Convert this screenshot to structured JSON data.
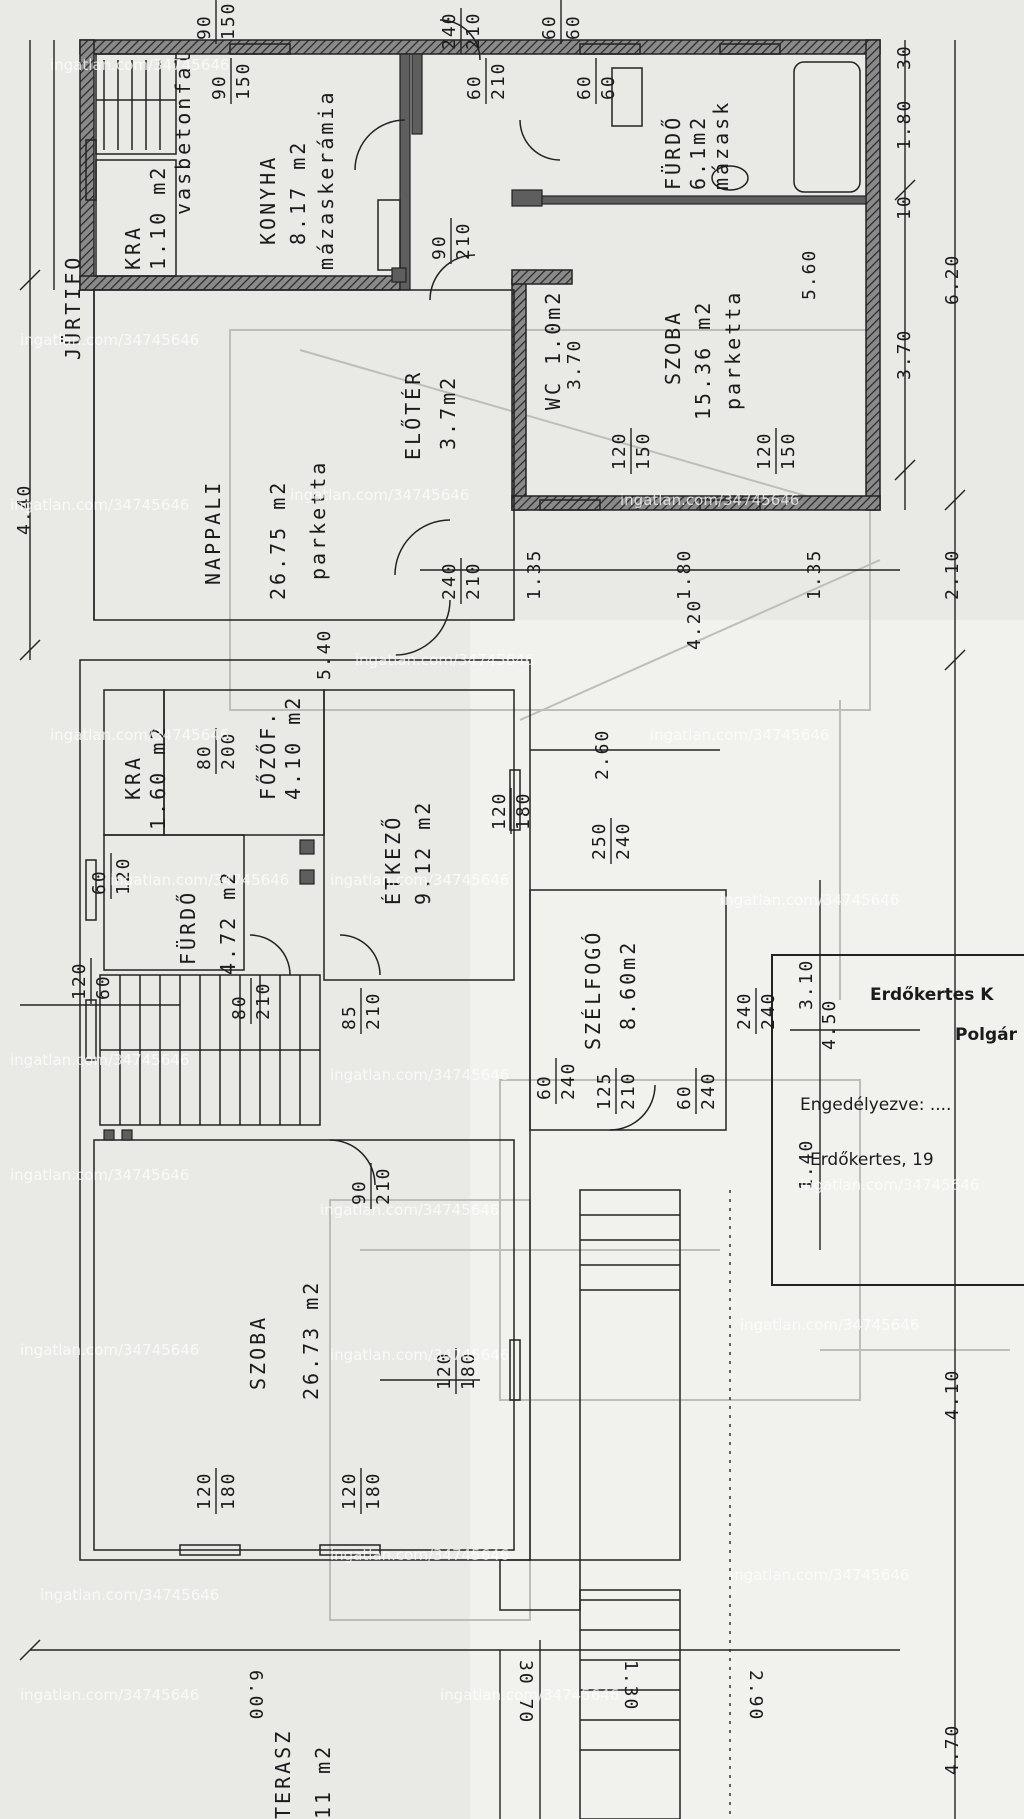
{
  "rooms": {
    "kamra_top": {
      "name": "KRA",
      "area": "1.10 m2"
    },
    "konyha": {
      "name": "KONYHA",
      "area": "8.17 m2",
      "floor": "mázaskerámia"
    },
    "furdo_top": {
      "name": "FÜRDŐ",
      "area": "6.1m2",
      "floor": "mázask"
    },
    "wc": {
      "name": "WC 1.0m2"
    },
    "eloter": {
      "name": "ELŐTÉR",
      "area": "3.7m2"
    },
    "szoba_right": {
      "name": "SZOBA",
      "area": "15.36 m2",
      "floor": "parketta"
    },
    "nappali": {
      "name": "NAPPALI",
      "area": "26.75 m2",
      "floor": "parketta"
    },
    "kamra_mid": {
      "name": "KRA",
      "area": "1.60 m2"
    },
    "fozofulke": {
      "name": "FŐZŐF.",
      "area": "4.10 m2"
    },
    "etkezo": {
      "name": "ÉTKEZŐ",
      "area": "9.12 m2"
    },
    "furdo_mid": {
      "name": "FÜRDŐ",
      "area": "4.72 m2"
    },
    "szelfogo": {
      "name": "SZÉLFOGÓ",
      "area": "8.60m2"
    },
    "szoba_bottom": {
      "name": "SZOBA",
      "area": "26.73 m2"
    },
    "terasz": {
      "name": "TERASZ",
      "area": "11 m2"
    }
  },
  "labels": {
    "vasbeton": "vasbetonfal",
    "jurtifo": "JÜRTIFO"
  },
  "dimensions": {
    "d_440": "4.40",
    "d_540": "5.40",
    "d_420": "4.20",
    "d_620": "6.20",
    "d_370": "3.70",
    "d_560": "5.60",
    "d_180": "1.80",
    "d_30": "30",
    "d_10": "10",
    "d_210": "2.10",
    "d_135": "1.35",
    "d_135b": "1.35",
    "d_180b": "1.80",
    "d_260": "2.60",
    "d_310": "3.10",
    "d_450": "4.50",
    "d_140": "1.40",
    "d_410": "4.10",
    "d_600": "6.00",
    "d_290": "2.90",
    "d_470": "4.70",
    "d_130": "1.30",
    "d_3070": "30 70",
    "d_370b": "3.70"
  },
  "openings": {
    "o1": {
      "top": "90",
      "bottom": "150"
    },
    "o2": {
      "top": "90",
      "bottom": "150"
    },
    "o3": {
      "top": "60",
      "bottom": "60"
    },
    "o4": {
      "top": "60",
      "bottom": "60"
    },
    "o5": {
      "top": "120",
      "bottom": "150"
    },
    "o6": {
      "top": "120",
      "bottom": "150"
    },
    "o7": {
      "top": "90",
      "bottom": "210"
    },
    "o8": {
      "top": "60",
      "bottom": "210"
    },
    "o9": {
      "top": "240",
      "bottom": "210"
    },
    "o10": {
      "top": "80",
      "bottom": "200"
    },
    "o11": {
      "top": "120",
      "bottom": "180"
    },
    "o12": {
      "top": "250",
      "bottom": "240"
    },
    "o13": {
      "top": "60",
      "bottom": "120"
    },
    "o14": {
      "top": "80",
      "bottom": "210"
    },
    "o15": {
      "top": "85",
      "bottom": "210"
    },
    "o16": {
      "top": "60",
      "bottom": "240"
    },
    "o17": {
      "top": "125",
      "bottom": "210"
    },
    "o18": {
      "top": "60",
      "bottom": "240"
    },
    "o19": {
      "top": "240",
      "bottom": "240"
    },
    "o20": {
      "top": "90",
      "bottom": "210"
    },
    "o21": {
      "top": "120",
      "bottom": "180"
    },
    "o22": {
      "top": "120",
      "bottom": "180"
    },
    "o23": {
      "top": "120",
      "bottom": "180"
    },
    "o24": {
      "top": "240",
      "bottom": "210"
    },
    "o25": {
      "top": "120",
      "bottom": "60"
    }
  },
  "title_block": {
    "line1": "Erdőkertes K",
    "line2": "Polgár",
    "line3": "Engedélyezve: ....",
    "line4": "Erdőkertes, 19"
  },
  "watermark": "ingatlan.com/34745646",
  "colors": {
    "paper": "#e9e9e6",
    "ink": "#1b1b1b",
    "wall_fill": "#5e5e5e",
    "watermark": "#ffffff"
  }
}
